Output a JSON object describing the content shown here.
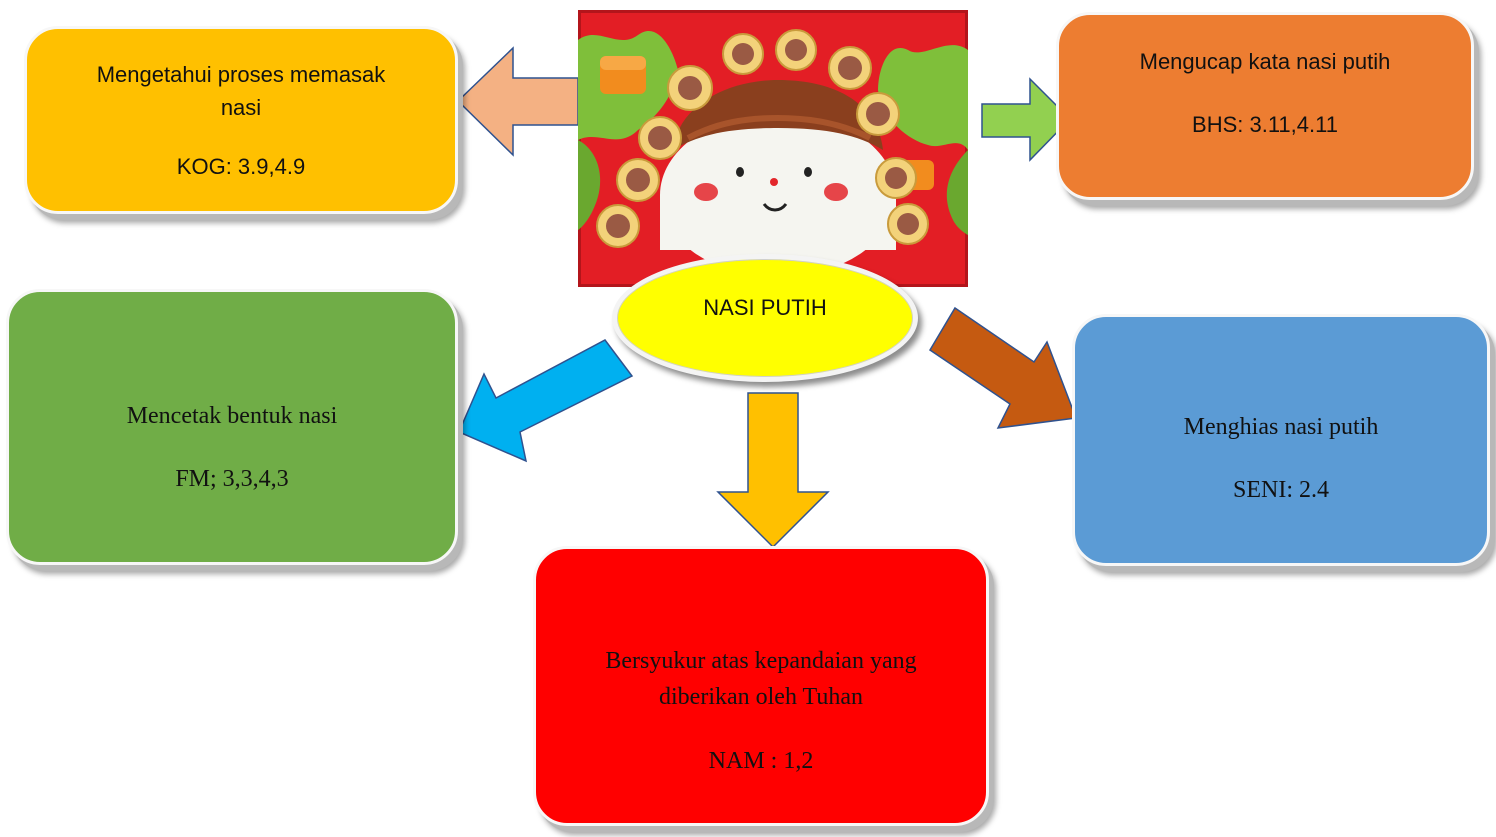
{
  "center": {
    "label": "NASI PUTIH"
  },
  "nodes": {
    "kognitif": {
      "line1": "Mengetahui proses memasak",
      "line2": "nasi",
      "code": "KOG: 3.9,4.9",
      "color": "#ffc000"
    },
    "bahasa": {
      "line1": "Mengucap kata nasi putih",
      "code": "BHS: 3.11,4.11",
      "color": "#ed7d31"
    },
    "motorik": {
      "line1": "Mencetak bentuk nasi",
      "code": "FM; 3,3,4,3",
      "color": "#70ad47"
    },
    "seni": {
      "line1": "Menghias nasi putih",
      "code": "SENI: 2.4",
      "color": "#5b9bd5"
    },
    "agama": {
      "line1": "Bersyukur atas kepandaian yang",
      "line2": "diberikan oleh Tuhan",
      "code": "NAM : 1,2",
      "color": "#ff0000"
    }
  },
  "arrow_colors": {
    "to_kognitif": "#f4b183",
    "to_bahasa": "#92d050",
    "to_motorik": "#00b0f0",
    "to_agama": "#ffc000",
    "to_seni": "#c55a11"
  }
}
